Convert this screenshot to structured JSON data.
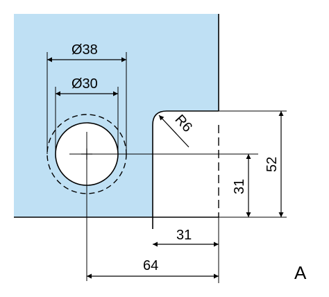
{
  "drawing": {
    "glass_color": "#bfe0f4",
    "line_color": "#000000",
    "view_label": "A",
    "dimensions": {
      "outer_diameter": "Ø38",
      "inner_diameter": "Ø30",
      "corner_radius": "R6",
      "height_total": "52",
      "hole_center_height": "31",
      "notch_width": "31",
      "hole_center_offset": "64"
    }
  }
}
